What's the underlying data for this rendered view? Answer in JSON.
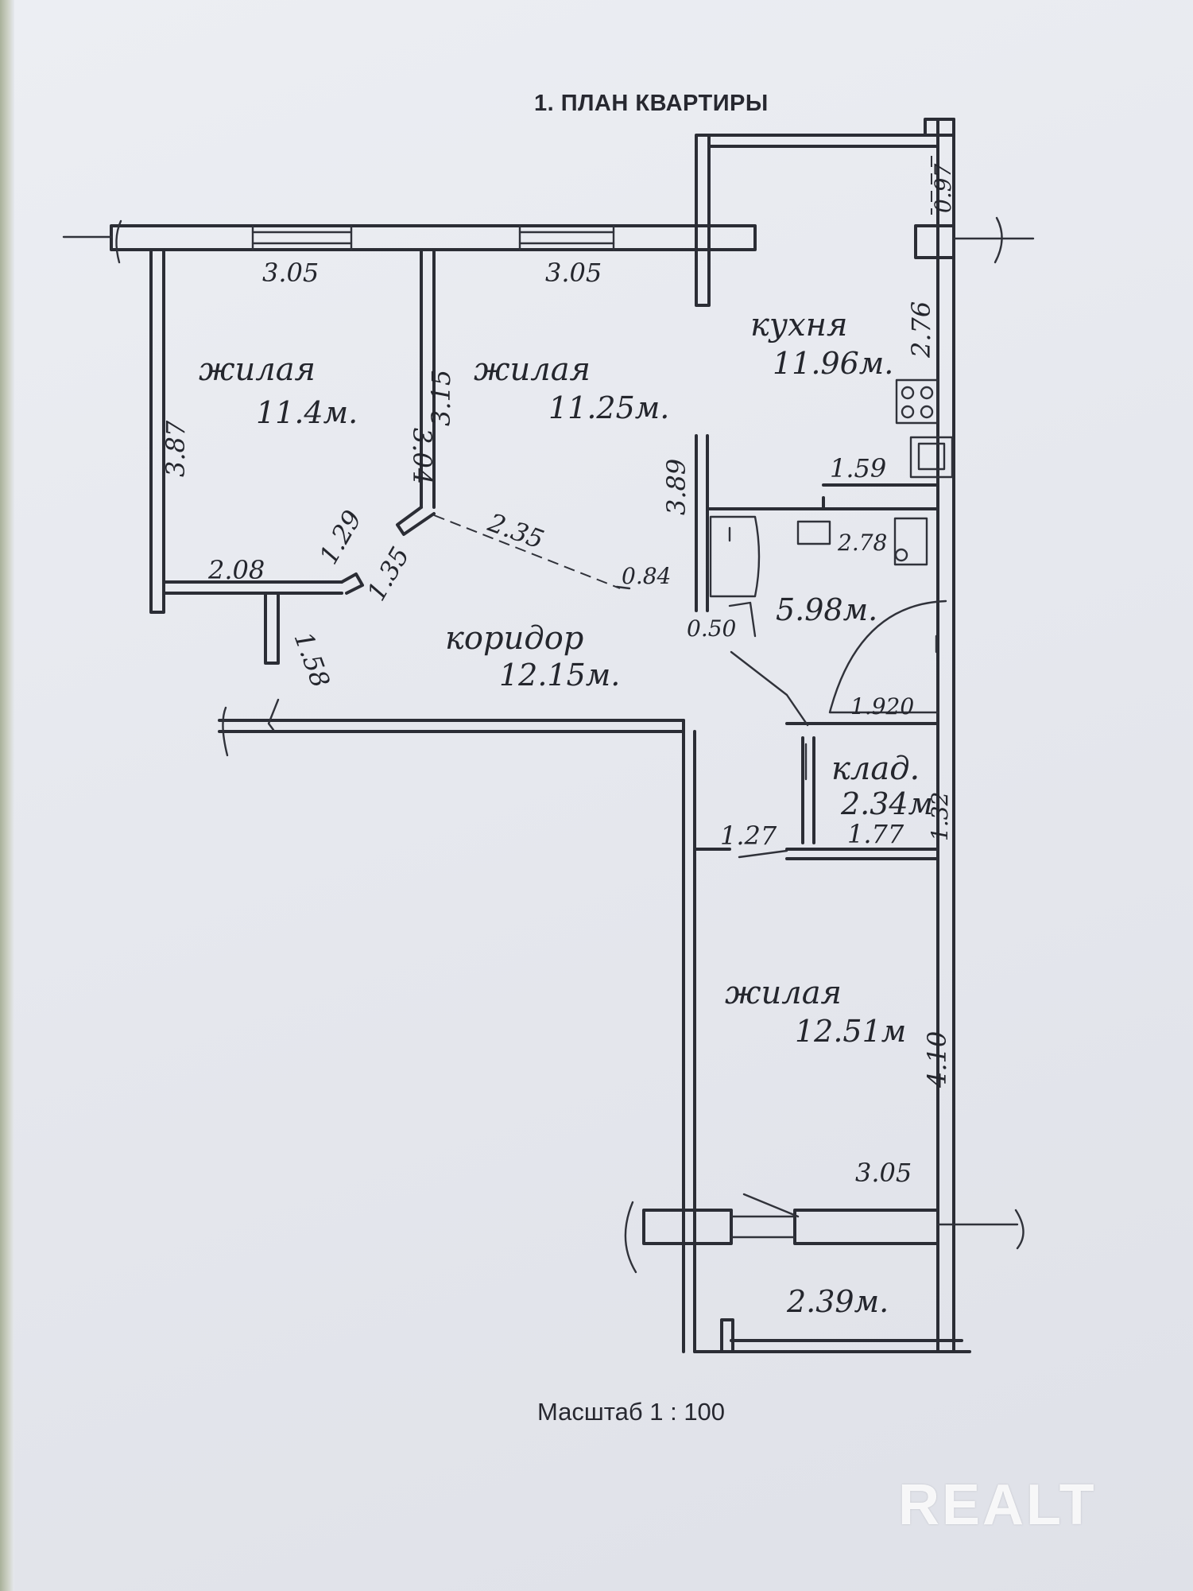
{
  "title": "1. ПЛАН КВАРТИРЫ",
  "scale": "Масштаб 1 : 100",
  "watermark": "REALT",
  "rooms": {
    "living1": {
      "label": "жилая",
      "area": "11.4м."
    },
    "living2": {
      "label": "жилая",
      "area": "11.25м."
    },
    "kitchen": {
      "label": "кухня",
      "area": "11.96м."
    },
    "corridor": {
      "label": "коридор",
      "area": "12.15м."
    },
    "bathroom": {
      "area": "5.98м."
    },
    "storage": {
      "label": "клад.",
      "area": "2.34м"
    },
    "living3": {
      "label": "жилая",
      "area": "12.51м"
    },
    "balcony": {
      "area": "2.39м."
    }
  },
  "dimensions": {
    "top_left_width": "3.05",
    "top_mid_width": "3.05",
    "left_height": "3.87",
    "mid_height_a": "3.04",
    "mid_height_b": "3.15",
    "kitchen_height": "2.76",
    "niche": "0.97",
    "bath_width": "1.59",
    "bath_height": "2.78",
    "wall_height": "3.89",
    "diag_a": "1.29",
    "diag_b": "2.35",
    "corridor_width": "2.08",
    "corridor_b": "1.35",
    "door_a": "0.84",
    "door_b": "0.50",
    "bath_diag": "1.920",
    "left_door": "1.58",
    "storage_a": "1.27",
    "storage_b": "1.77",
    "storage_c": "1.32",
    "room3_height": "4.10",
    "room3_width": "3.05"
  }
}
